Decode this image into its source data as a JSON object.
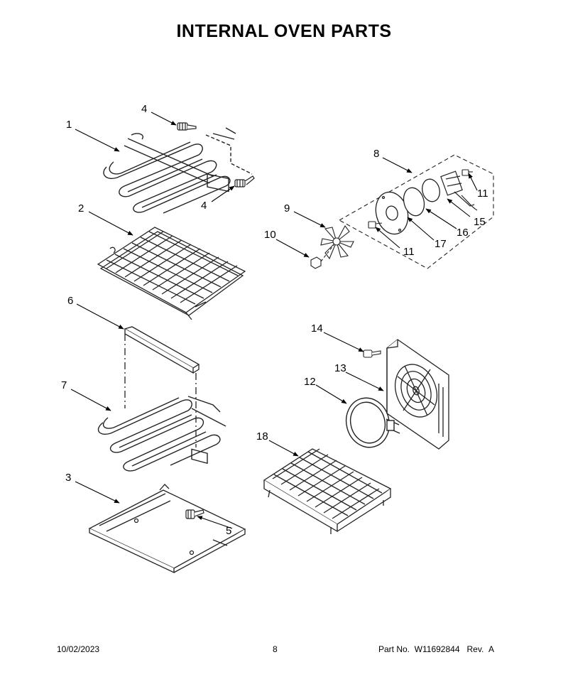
{
  "page": {
    "title": "INTERNAL OVEN PARTS"
  },
  "callouts": {
    "c1": "1",
    "c2": "2",
    "c3": "3",
    "c4a": "4",
    "c4b": "4",
    "c5": "5",
    "c6": "6",
    "c7": "7",
    "c8": "8",
    "c9": "9",
    "c10": "10",
    "c11a": "11",
    "c11b": "11",
    "c12": "12",
    "c13": "13",
    "c14": "14",
    "c15": "15",
    "c16": "16",
    "c17": "17",
    "c18": "18"
  },
  "footer": {
    "date": "10/02/2023",
    "page_number": "8",
    "part_label": "Part No.",
    "part_number": "W11692844",
    "rev_label": "Rev.",
    "rev": "A"
  }
}
